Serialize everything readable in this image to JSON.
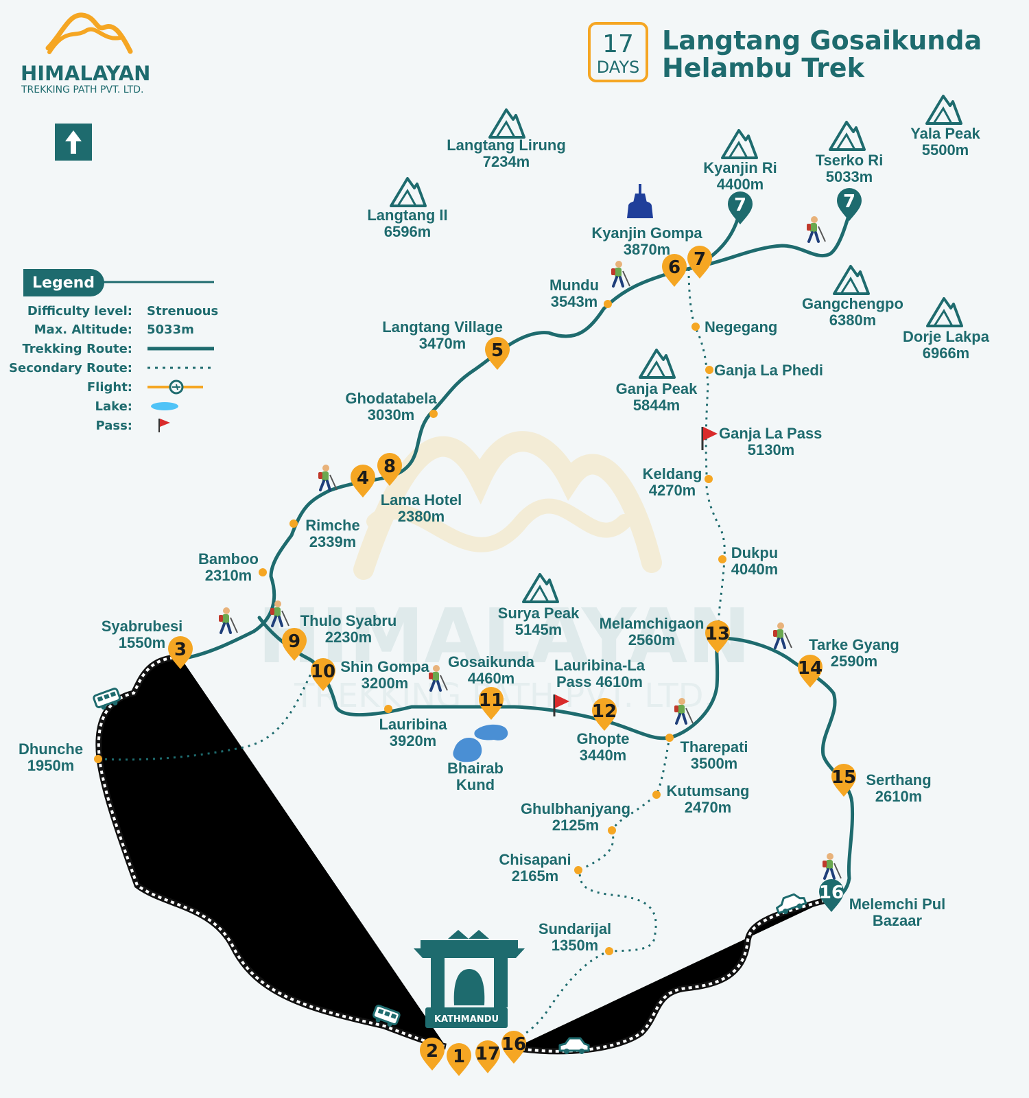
{
  "brand": {
    "name": "HIMALAYAN",
    "tagline": "TREKKING PATH PVT. LTD."
  },
  "header": {
    "days_number": "17",
    "days_label": "DAYS",
    "title_line1": "Langtang Gosaikunda",
    "title_line2": "Helambu Trek"
  },
  "watermark": {
    "line1": "HIMALAYAN",
    "line2": "TREKKING PATH PVT. LTD."
  },
  "legend": {
    "heading": "Legend",
    "rows": [
      {
        "label": "Difficulty level:",
        "value": "Strenuous"
      },
      {
        "label": "Max. Altitude:",
        "value": "5033m"
      },
      {
        "label": "Trekking Route:",
        "value": ""
      },
      {
        "label": "Secondary Route:",
        "value": ""
      },
      {
        "label": "Flight:",
        "value": ""
      },
      {
        "label": "Lake:",
        "value": ""
      },
      {
        "label": "Pass:",
        "value": ""
      }
    ]
  },
  "peaks": [
    {
      "name": "Langtang Lirung",
      "alt": "7234m"
    },
    {
      "name": "Langtang II",
      "alt": "6596m"
    },
    {
      "name": "Kyanjin Ri",
      "alt": "4400m"
    },
    {
      "name": "Tserko Ri",
      "alt": "5033m"
    },
    {
      "name": "Yala Peak",
      "alt": "5500m"
    },
    {
      "name": "Gangchengpo",
      "alt": "6380m"
    },
    {
      "name": "Dorje Lakpa",
      "alt": "6966m"
    },
    {
      "name": "Ganja Peak",
      "alt": "5844m"
    },
    {
      "name": "Surya Peak",
      "alt": "5145m"
    }
  ],
  "places": [
    {
      "name": "Kyanjin Gompa",
      "alt": "3870m"
    },
    {
      "name": "Mundu",
      "alt": "3543m"
    },
    {
      "name": "Langtang Village",
      "alt": "3470m"
    },
    {
      "name": "Ghodatabela",
      "alt": "3030m"
    },
    {
      "name": "Lama Hotel",
      "alt": "2380m"
    },
    {
      "name": "Rimche",
      "alt": "2339m"
    },
    {
      "name": "Bamboo",
      "alt": "2310m"
    },
    {
      "name": "Syabrubesi",
      "alt": "1550m"
    },
    {
      "name": "Thulo Syabru",
      "alt": "2230m"
    },
    {
      "name": "Shin Gompa",
      "alt": "3200m"
    },
    {
      "name": "Dhunche",
      "alt": "1950m"
    },
    {
      "name": "Lauribina",
      "alt": "3920m"
    },
    {
      "name": "Gosaikunda",
      "alt": "4460m"
    },
    {
      "name": "Lauribina-La",
      "alt": "Pass 4610m"
    },
    {
      "name": "Ghopte",
      "alt": "3440m"
    },
    {
      "name": "Tharepati",
      "alt": "3500m"
    },
    {
      "name": "Melamchigaon",
      "alt": "2560m"
    },
    {
      "name": "Tarke Gyang",
      "alt": "2590m"
    },
    {
      "name": "Serthang",
      "alt": "2610m"
    },
    {
      "name": "Melemchi Pul",
      "alt": "Bazaar"
    },
    {
      "name": "Negegang",
      "alt": ""
    },
    {
      "name": "Ganja La Phedi",
      "alt": ""
    },
    {
      "name": "Ganja La Pass",
      "alt": "5130m"
    },
    {
      "name": "Keldang",
      "alt": "4270m"
    },
    {
      "name": "Dukpu",
      "alt": "4040m"
    },
    {
      "name": "Kutumsang",
      "alt": "2470m"
    },
    {
      "name": "Ghulbhanjyang",
      "alt": "2125m"
    },
    {
      "name": "Chisapani",
      "alt": "2165m"
    },
    {
      "name": "Sundarijal",
      "alt": "1350m"
    },
    {
      "name": "Bhairab",
      "alt": "Kund"
    }
  ],
  "kathmandu_label": "KATHMANDU",
  "day_pins": [
    "1",
    "2",
    "3",
    "4",
    "5",
    "6",
    "7",
    "7",
    "7",
    "8",
    "9",
    "10",
    "11",
    "12",
    "13",
    "14",
    "15",
    "16",
    "16",
    "17"
  ],
  "colors": {
    "teal": "#1e6b6e",
    "orange": "#f5a623",
    "lake": "#4a8fd4",
    "flag": "#d92b2b",
    "background": "#f3f7f8"
  },
  "icons": [
    "mountain-icon",
    "hiker-icon",
    "bus-icon",
    "car-icon",
    "stupa-icon",
    "flag-icon",
    "north-arrow-icon",
    "kathmandu-gate-icon",
    "airplane-icon"
  ]
}
